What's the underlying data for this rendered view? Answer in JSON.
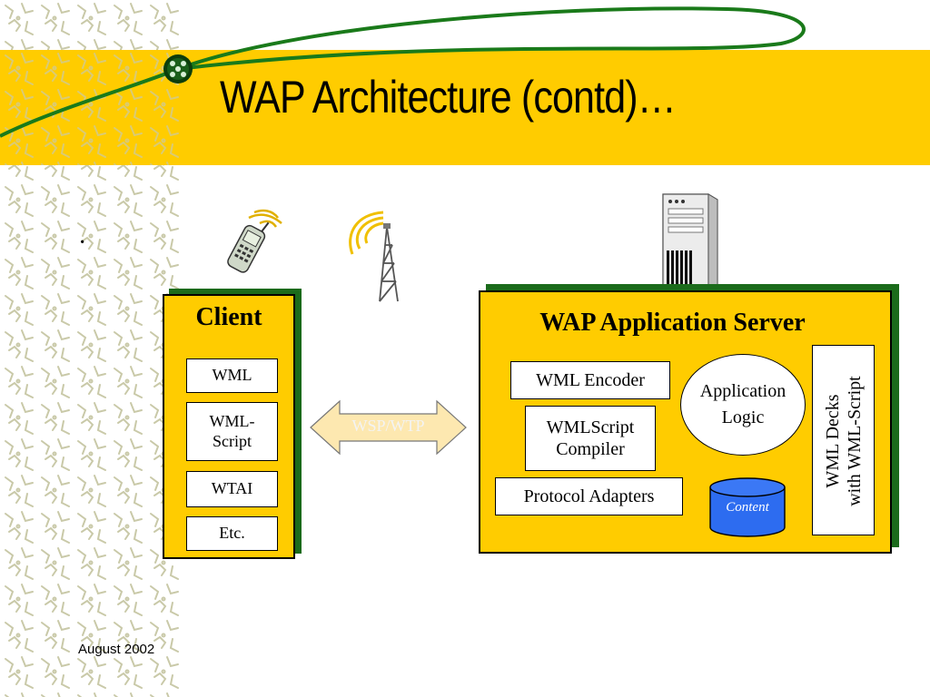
{
  "slide": {
    "title": "WAP Architecture (contd)…",
    "bullet": "·",
    "footer_date": "August 2002"
  },
  "client": {
    "title": "Client",
    "items": [
      "WML",
      "WML-\nScript",
      "WTAI",
      "Etc."
    ]
  },
  "connection": {
    "label": "WSP/WTP"
  },
  "server": {
    "title": "WAP Application Server",
    "wml_encoder": "WML Encoder",
    "wmlscript_compiler_line1": "WMLScript",
    "wmlscript_compiler_line2": "Compiler",
    "protocol_adapters": "Protocol Adapters",
    "app_logic_line1": "Application",
    "app_logic_line2": "Logic",
    "content": "Content",
    "wml_decks_line1": "WML Decks",
    "wml_decks_line2": "with WML-Script"
  },
  "colors": {
    "title_band": "#ffcc00",
    "panel": "#ffcc00",
    "panel_shadow": "#1b6b1b",
    "content_cylinder": "#2d6cf0",
    "swoosh": "#1a7a1a"
  },
  "icons": [
    "cell-phone-icon",
    "antenna-tower-icon",
    "server-computer-icon",
    "swoosh-emblem-icon"
  ]
}
